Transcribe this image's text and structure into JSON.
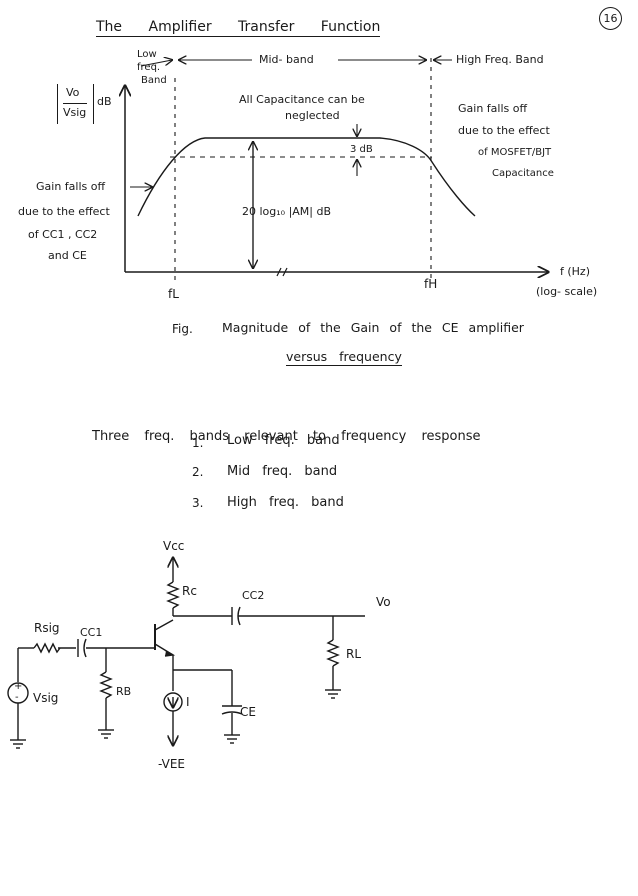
{
  "page": {
    "number": "16",
    "title_parts": [
      "The",
      "Amplifier",
      "Transfer",
      "Function"
    ]
  },
  "figure": {
    "y_axis_label_top": "Vo",
    "y_axis_label_bottom": "Vsig",
    "y_axis_unit": "dB",
    "band_low_line1": "Low",
    "band_low_line2": "freq.",
    "band_low_line3": "Band",
    "band_mid": "Mid- band",
    "band_high": "High Freq. Band",
    "note_mid_line1": "All Capacitance can be",
    "note_mid_line2": "neglected",
    "note_3db": "3 dB",
    "gain_label": "20 log₁₀ |AM| dB",
    "note_left": [
      "Gain falls off",
      "due to the effect",
      "of CC1 , CC2",
      "and CE"
    ],
    "note_right": [
      "Gain falls off",
      "due to the effect",
      "of MOSFET/BJT",
      "Capacitance"
    ],
    "fL": "fL",
    "fH": "fH",
    "x_axis_label": "f (Hz)",
    "x_axis_scale": "(log- scale)",
    "caption_prefix": "Fig.",
    "caption_line1": "Magnitude of the Gain of the CE amplifier",
    "caption_line2": "versus frequency"
  },
  "bands_intro": "Three freq. bands relevant to frequency response",
  "bands_list": [
    {
      "num": "1.",
      "text": "Low freq. band"
    },
    {
      "num": "2.",
      "text": "Mid freq. band"
    },
    {
      "num": "3.",
      "text": "High freq. band"
    }
  ],
  "circuit": {
    "vcc": "Vcc",
    "rc": "Rc",
    "cc2": "CC2",
    "vo": "Vo",
    "rsig": "Rsig",
    "cc1": "CC1",
    "rl": "RL",
    "rb": "RB",
    "vsig": "Vsig",
    "current_source": "I",
    "ce": "CE",
    "vee": "-VEE"
  }
}
